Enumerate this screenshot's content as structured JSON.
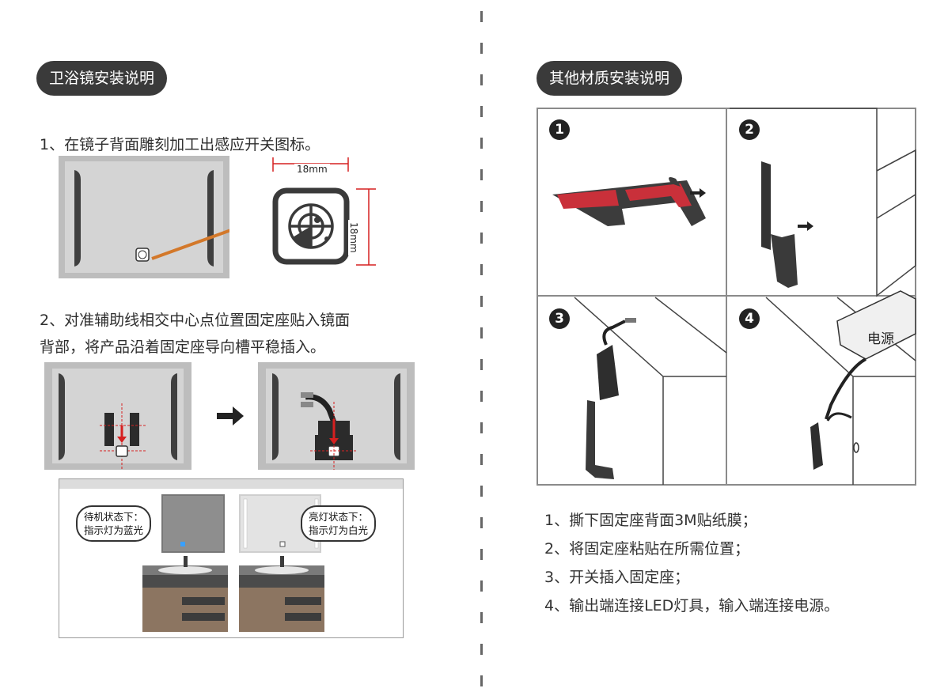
{
  "left": {
    "title": "卫浴镜安装说明",
    "step1": "1、在镜子背面雕刻加工出感应开关图标。",
    "dim_width": "18mm",
    "dim_height": "18mm",
    "step2_line1": "2、对准辅助线相交中心点位置固定座贴入镜面",
    "step2_line2": "背部，将产品沿着固定座导向槽平稳插入。",
    "standby_line1": "待机状态下：",
    "standby_line2": "指示灯为蓝光",
    "lit_line1": "亮灯状态下：",
    "lit_line2": "指示灯为白光"
  },
  "right": {
    "title": "其他材质安装说明",
    "badges": [
      "1",
      "2",
      "3",
      "4"
    ],
    "power_label": "电源",
    "steps": [
      "1、撕下固定座背面3M贴纸膜；",
      "2、将固定座粘贴在所需位置；",
      "3、开关插入固定座；",
      "4、输出端连接LED灯具，输入端连接电源。"
    ]
  },
  "colors": {
    "pill_bg": "#3a3a3a",
    "red_guide": "#d62020",
    "orange_line": "#d3782a",
    "mirror_gray": "#c9c9c9",
    "cabinet_wood": "#8c7561"
  }
}
